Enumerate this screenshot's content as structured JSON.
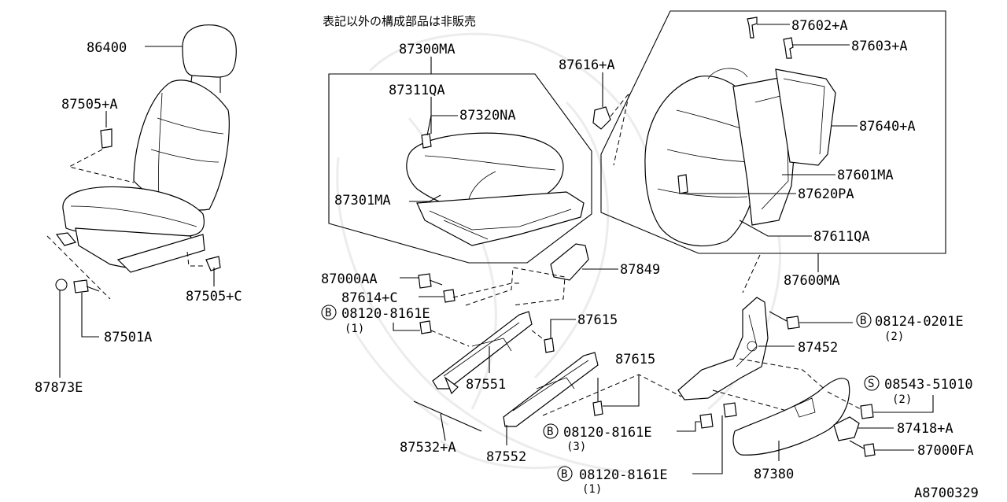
{
  "diagram": {
    "note": "表記以外の構成部品は非販売",
    "figure_id": "A8700329",
    "labels": {
      "p86400": "86400",
      "p87505a": "87505+A",
      "p87505c": "87505+C",
      "p87501a": "87501A",
      "p87873e": "87873E",
      "p87300ma": "87300MA",
      "p87311qa": "87311QA",
      "p87320na": "87320NA",
      "p87301ma": "87301MA",
      "p87616a": "87616+A",
      "p87602a": "87602+A",
      "p87603a": "87603+A",
      "p87640a": "87640+A",
      "p87601ma": "87601MA",
      "p87620pa": "87620PA",
      "p87611qa": "87611QA",
      "p87600ma": "87600MA",
      "p87849": "87849",
      "p87000aa": "87000AA",
      "p87614c": "87614+C",
      "p08120_1": "08120-8161E",
      "p08120_1_qty": "(1)",
      "p87615a": "87615",
      "p87615b": "87615",
      "p87551": "87551",
      "p87532a": "87532+A",
      "p87552": "87552",
      "p08120_3": "08120-8161E",
      "p08120_3_qty": "(3)",
      "p08120_b": "08120-8161E",
      "p08120_b_qty": "(1)",
      "p08124": "08124-0201E",
      "p08124_qty": "(2)",
      "p87452": "87452",
      "p08543": "08543-51010",
      "p08543_qty": "(2)",
      "p87418a": "87418+A",
      "p87000fa": "87000FA",
      "p87380": "87380"
    },
    "symbols": {
      "bolt": "B",
      "screw": "S"
    }
  }
}
